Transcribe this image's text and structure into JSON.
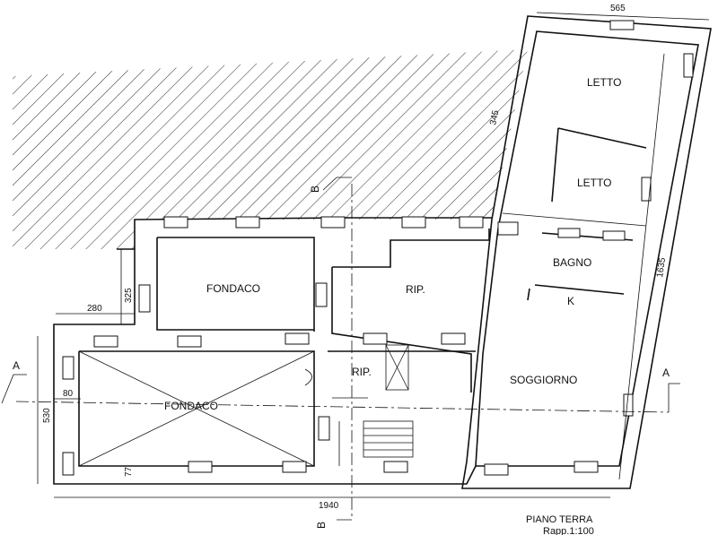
{
  "plan": {
    "title": "PIANO TERRA",
    "subtitle": "Rapp.1:100",
    "rooms": {
      "letto_top": "LETTO",
      "letto_mid": "LETTO",
      "bagno": "BAGNO",
      "k": "K",
      "soggiorno": "SOGGIORNO",
      "fondaco_top": "FONDACO",
      "fondaco_bottom": "FONDACO",
      "rip_top": "RIP.",
      "rip_small": "RIP."
    },
    "dimensions": {
      "d565": "565",
      "d345": "345",
      "d1635": "1635",
      "d325": "325",
      "d280": "280",
      "d80": "80",
      "d530": "530",
      "d1940": "1940",
      "d77": "77"
    },
    "section_labels": {
      "a_left": "A",
      "a_right": "A",
      "b_top": "B",
      "b_bottom": "B"
    }
  }
}
